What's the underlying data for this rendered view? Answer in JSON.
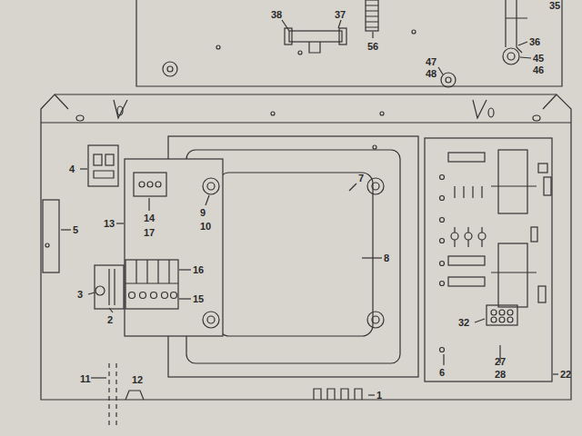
{
  "diagram": {
    "labels": [
      "38",
      "37",
      "56",
      "35",
      "36",
      "45",
      "46",
      "47",
      "48",
      "4",
      "5",
      "13",
      "14",
      "17",
      "9",
      "10",
      "7",
      "8",
      "16",
      "3",
      "15",
      "2",
      "11",
      "12",
      "1",
      "6",
      "27",
      "28",
      "32",
      "22"
    ]
  }
}
